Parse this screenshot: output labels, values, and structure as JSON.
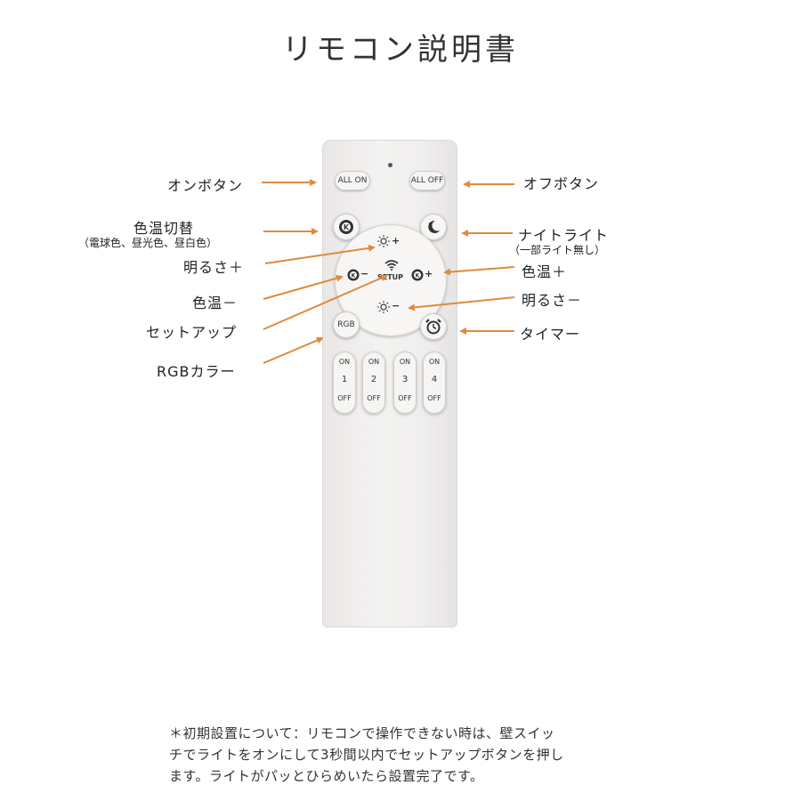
{
  "title": "リモコン説明書",
  "remote": {
    "all_on": "ALL ON",
    "all_off": "ALL OFF",
    "rgb": "RGB",
    "setup": "SETUP",
    "brightness_plus": "☼+",
    "brightness_minus": "☼−",
    "color_temp_minus_sign": "−",
    "color_temp_plus_sign": "+",
    "channels": [
      {
        "on": "ON",
        "num": "1",
        "off": "OFF"
      },
      {
        "on": "ON",
        "num": "2",
        "off": "OFF"
      },
      {
        "on": "ON",
        "num": "3",
        "off": "OFF"
      },
      {
        "on": "ON",
        "num": "4",
        "off": "OFF"
      }
    ]
  },
  "labels": {
    "on_button": "オンボタン",
    "off_button": "オフボタン",
    "color_temp_switch": "色温切替",
    "color_temp_switch_sub": "（電球色、昼光色、昼白色）",
    "night_light": "ナイトライト",
    "night_light_sub": "（一部ライト無し）",
    "brightness_plus": "明るさ＋",
    "color_temp_plus": "色温＋",
    "color_temp_minus": "色温－",
    "brightness_minus": "明るさ－",
    "setup": "セットアップ",
    "timer": "タイマー",
    "rgb_color": "RGBカラー"
  },
  "note": {
    "line1": "＊初期設置について：リモコンで操作できない時は、壁スイッ",
    "line2": "チでライトをオンにして3秒間以内でセットアップボタンを押し",
    "line3": "ます。ライトがパッとひらめいたら設置完了です。"
  },
  "colors": {
    "arrow": "#e08a3c",
    "remote_body": "#efeeed"
  }
}
